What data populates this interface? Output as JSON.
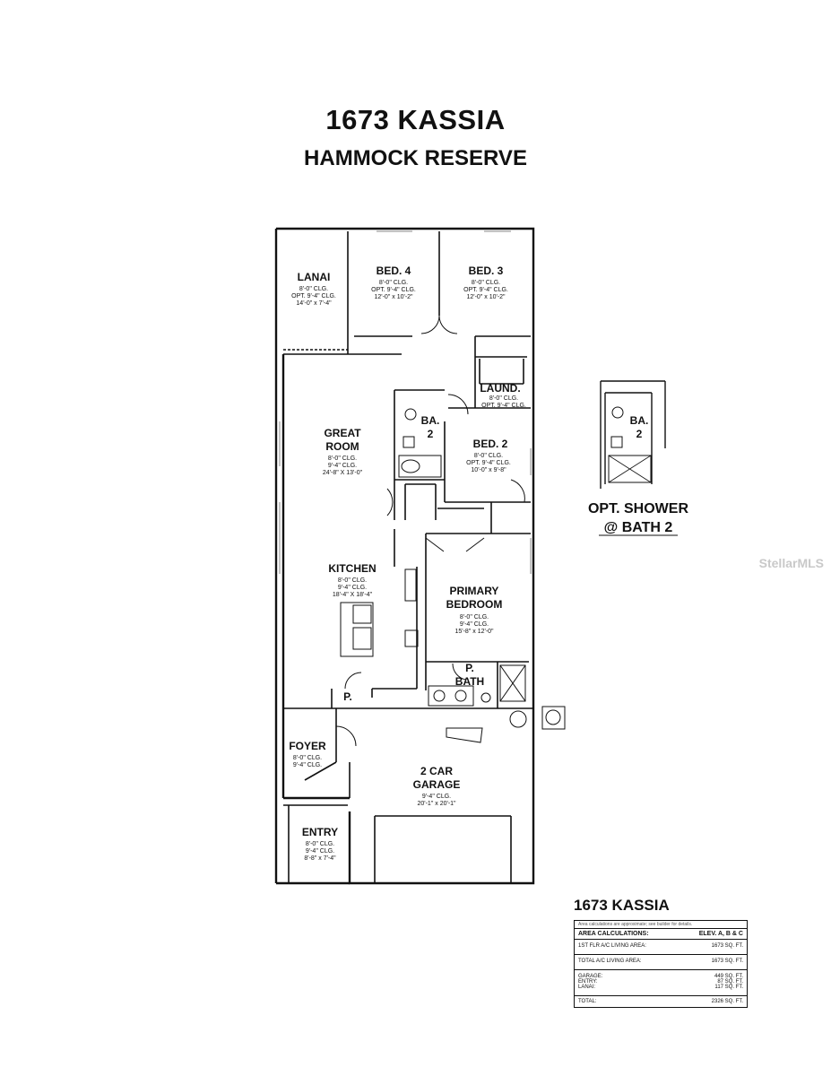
{
  "title": "1673 KASSIA",
  "subtitle": "HAMMOCK RESERVE",
  "rooms": {
    "lanai": {
      "name": "LANAI",
      "l1": "8'-0\" CLG.",
      "l2": "OPT. 9'-4\" CLG.",
      "l3": "14'-0\" x 7'-4\""
    },
    "bed4": {
      "name": "BED. 4",
      "l1": "8'-0\" CLG.",
      "l2": "OPT. 9'-4\" CLG.",
      "l3": "12'-0\" x 10'-2\""
    },
    "bed3": {
      "name": "BED. 3",
      "l1": "8'-0\" CLG.",
      "l2": "OPT. 9'-4\" CLG.",
      "l3": "12'-0\" x 10'-2\""
    },
    "laund": {
      "name": "LAUND.",
      "l1": "8'-0\" CLG.",
      "l2": "OPT. 9'-4\" CLG."
    },
    "ba2": {
      "name1": "BA.",
      "name2": "2"
    },
    "great": {
      "name1": "GREAT",
      "name2": "ROOM",
      "l1": "8'-0\" CLG.",
      "l2": "9'-4\" CLG.",
      "l3": "24'-8\" X 13'-0\""
    },
    "bed2": {
      "name": "BED. 2",
      "l1": "8'-0\" CLG.",
      "l2": "OPT. 9'-4\" CLG.",
      "l3": "10'-0\" x 9'-8\""
    },
    "kitchen": {
      "name": "KITCHEN",
      "l1": "8'-0\" CLG.",
      "l2": "9'-4\" CLG.",
      "l3": "18'-4\" X 18'-4\""
    },
    "primary": {
      "name1": "PRIMARY",
      "name2": "BEDROOM",
      "l1": "8'-0\" CLG.",
      "l2": "9'-4\" CLG.",
      "l3": "15'-8\" x 12'-0\""
    },
    "pbath": {
      "name1": "P.",
      "name2": "BATH"
    },
    "pantry": {
      "name": "P."
    },
    "foyer": {
      "name": "FOYER",
      "l1": "8'-0\" CLG.",
      "l2": "9'-4\" CLG."
    },
    "garage": {
      "name1": "2 CAR",
      "name2": "GARAGE",
      "l1": "9'-4\" CLG.",
      "l2": "20'-1\" x 20'-1\""
    },
    "entry": {
      "name": "ENTRY",
      "l1": "8'-0\" CLG.",
      "l2": "9'-4\" CLG.",
      "l3": "8'-8\" x 7'-4\""
    }
  },
  "option": {
    "ba_name1": "BA.",
    "ba_name2": "2",
    "label1": "OPT. SHOWER",
    "label2": "@ BATH 2"
  },
  "watermark": "StellarMLS",
  "area": {
    "title": "1673 KASSIA",
    "note": "Area calculations are approximate; see builder for details.",
    "heading": "AREA CALCULATIONS:",
    "heading_value": "ELEV. A, B & C",
    "rows": [
      {
        "label": "1ST FLR A/C LIVING AREA:",
        "value": "1673 SQ. FT."
      },
      {
        "label": "TOTAL A/C LIVING AREA:",
        "value": "1673 SQ. FT."
      },
      {
        "label": "GARAGE:",
        "value": "449 SQ. FT."
      },
      {
        "label": "ENTRY:",
        "value": "87 SQ. FT."
      },
      {
        "label": "LANAI:",
        "value": "117 SQ. FT."
      },
      {
        "label": "TOTAL:",
        "value": "2326 SQ. FT."
      }
    ]
  }
}
